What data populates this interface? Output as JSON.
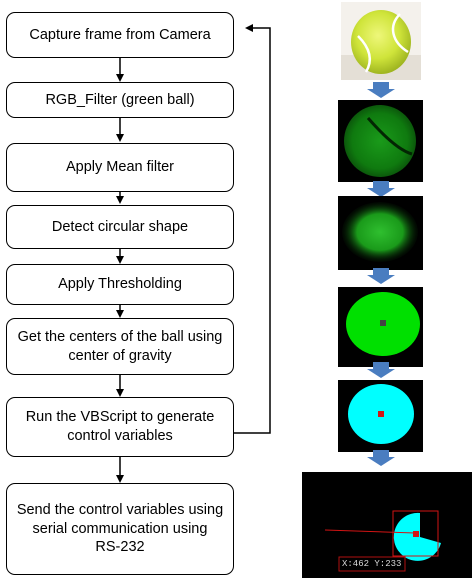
{
  "flowchart": {
    "steps": [
      "Capture frame from Camera",
      "RGB_Filter (green ball)",
      "Apply Mean filter",
      "Detect circular shape",
      "Apply Thresholding",
      "Get the centers of the ball using center of gravity",
      "Run the VBScript to generate control variables",
      "Send the control variables using serial communication using   RS-232"
    ]
  },
  "image_strip": {
    "stages": [
      "original-photo",
      "rgb-filtered",
      "mean-filtered",
      "circle-detected",
      "thresholded",
      "centroid-tracked"
    ],
    "coordinate_readout": "X:462 Y:233",
    "colors": {
      "arrow_blue": "#4a7dc0",
      "ball_green": "#00e000",
      "ball_cyan": "#00ffff",
      "marker_red": "#d21414",
      "ball_yellow": "#d6ea3a"
    }
  }
}
